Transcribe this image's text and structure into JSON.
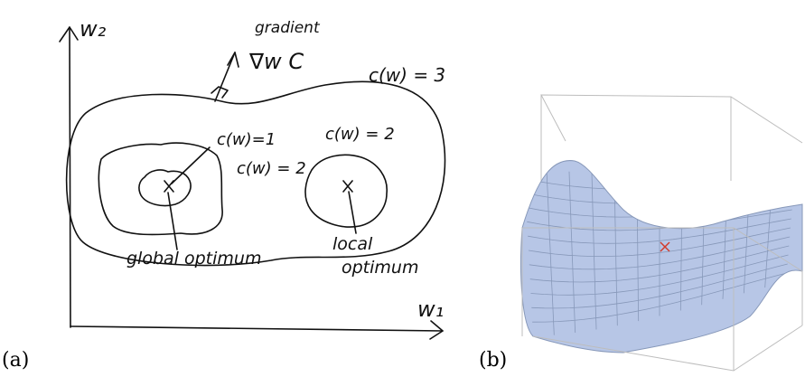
{
  "panel_a": {
    "label": "(a)",
    "axis_y": "w₂",
    "axis_x": "w₁",
    "gradient_label": "gradient",
    "gradient_symbol": "∇w C",
    "contour_outer": "c(w) = 3",
    "contour_inner": "c(w) = 2",
    "contour_core": "c(w)=1",
    "contour_local": "c(w) = 2",
    "global_label": "global optimum",
    "local_label_1": "local",
    "local_label_2": "optimum"
  },
  "panel_b": {
    "label": "(b)",
    "surface_color": "#b7c6e6",
    "grid_color": "#8798b9",
    "marker_color": "#d23a2a"
  }
}
